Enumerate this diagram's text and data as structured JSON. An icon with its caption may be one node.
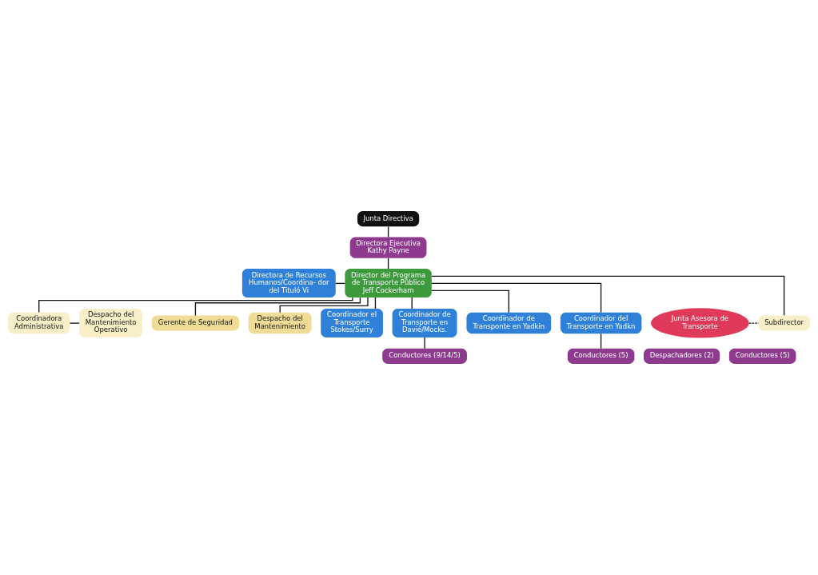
{
  "diagram": {
    "nodes": [
      {
        "text": [
          "Junta Directiva"
        ]
      },
      {
        "text": [
          "Directora Ejecutiva",
          "Kathy Payne"
        ]
      },
      {
        "text": [
          "Directora de Recursos Humanos/Coordina- dor del Tituló Vi"
        ]
      },
      {
        "text": [
          "Director del Programa de Transporte Pũblico",
          "Jeff Cockerham"
        ]
      },
      {
        "text": [
          "Junta Asesora de Transporte"
        ]
      },
      {
        "text": [
          "Subdirector"
        ]
      },
      {
        "text": [
          "Coordinadora Administrativa"
        ]
      },
      {
        "text": [
          "Despacho del Mantenimiento Operativo"
        ]
      },
      {
        "text": [
          "Gerente de Seguridad"
        ]
      },
      {
        "text": [
          "Despacho del Mantenimiento"
        ]
      },
      {
        "text": [
          "Coordinador el Transporte Stokes/Surry"
        ]
      },
      {
        "text": [
          "Coordinador de Transporte en Davié/Mocks."
        ]
      },
      {
        "text": [
          "Coordinador de Transponte en Yadkin"
        ]
      },
      {
        "text": [
          "Coordinador del Transporte en Yadkn"
        ]
      },
      {
        "text": [
          "Despachadores (2)"
        ]
      },
      {
        "text": [
          "Conductores (9/14/5)"
        ]
      },
      {
        "text": [
          "Conductores (5)"
        ]
      },
      {
        "text": [
          "Conductores (5)"
        ]
      }
    ],
    "edges": [
      {
        "from": 0,
        "to": 1,
        "arrow": "none"
      },
      {
        "from": 1,
        "to": 3,
        "arrow": "none"
      },
      {
        "from": 2,
        "to": 3,
        "arrow": "none"
      },
      {
        "from": 4,
        "to": 5,
        "arrow": "none",
        "style": "dashed"
      },
      {
        "from": 3,
        "to": 5,
        "arrow": "none"
      },
      {
        "from": 3,
        "to": 6,
        "arrow": "none"
      },
      {
        "from": 6,
        "to": 7,
        "arrow": "none"
      },
      {
        "from": 3,
        "to": 8,
        "arrow": "none"
      },
      {
        "from": 3,
        "to": 9,
        "arrow": "none"
      },
      {
        "from": 3,
        "to": 10,
        "arrow": "none"
      },
      {
        "from": 3,
        "to": 11,
        "arrow": "none"
      },
      {
        "from": 3,
        "to": 12,
        "arrow": "none"
      },
      {
        "from": 3,
        "to": 13,
        "arrow": "none"
      },
      {
        "from": 11,
        "to": 15,
        "arrow": "none"
      },
      {
        "from": 13,
        "to": 17,
        "arrow": "none"
      }
    ]
  }
}
